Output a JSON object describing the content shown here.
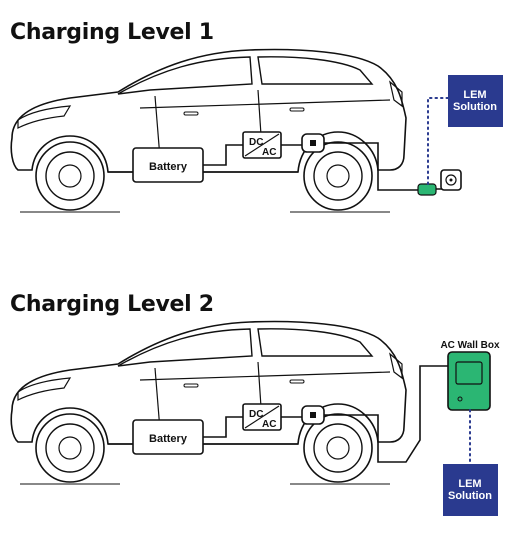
{
  "sections": [
    {
      "title": "Charging Level 1",
      "battery_label": "Battery",
      "converter": {
        "top": "DC",
        "bottom": "AC"
      },
      "sensor_label": "LEM Solution"
    },
    {
      "title": "Charging Level 2",
      "battery_label": "Battery",
      "converter": {
        "top": "DC",
        "bottom": "AC"
      },
      "wallbox_label": "AC Wall Box",
      "sensor_label": "LEM Solution"
    }
  ],
  "colors": {
    "line": "#111111",
    "accent_green": "#2bb673",
    "lem_blue": "#2a3a8f",
    "dotted_blue": "#2a3a8f"
  }
}
